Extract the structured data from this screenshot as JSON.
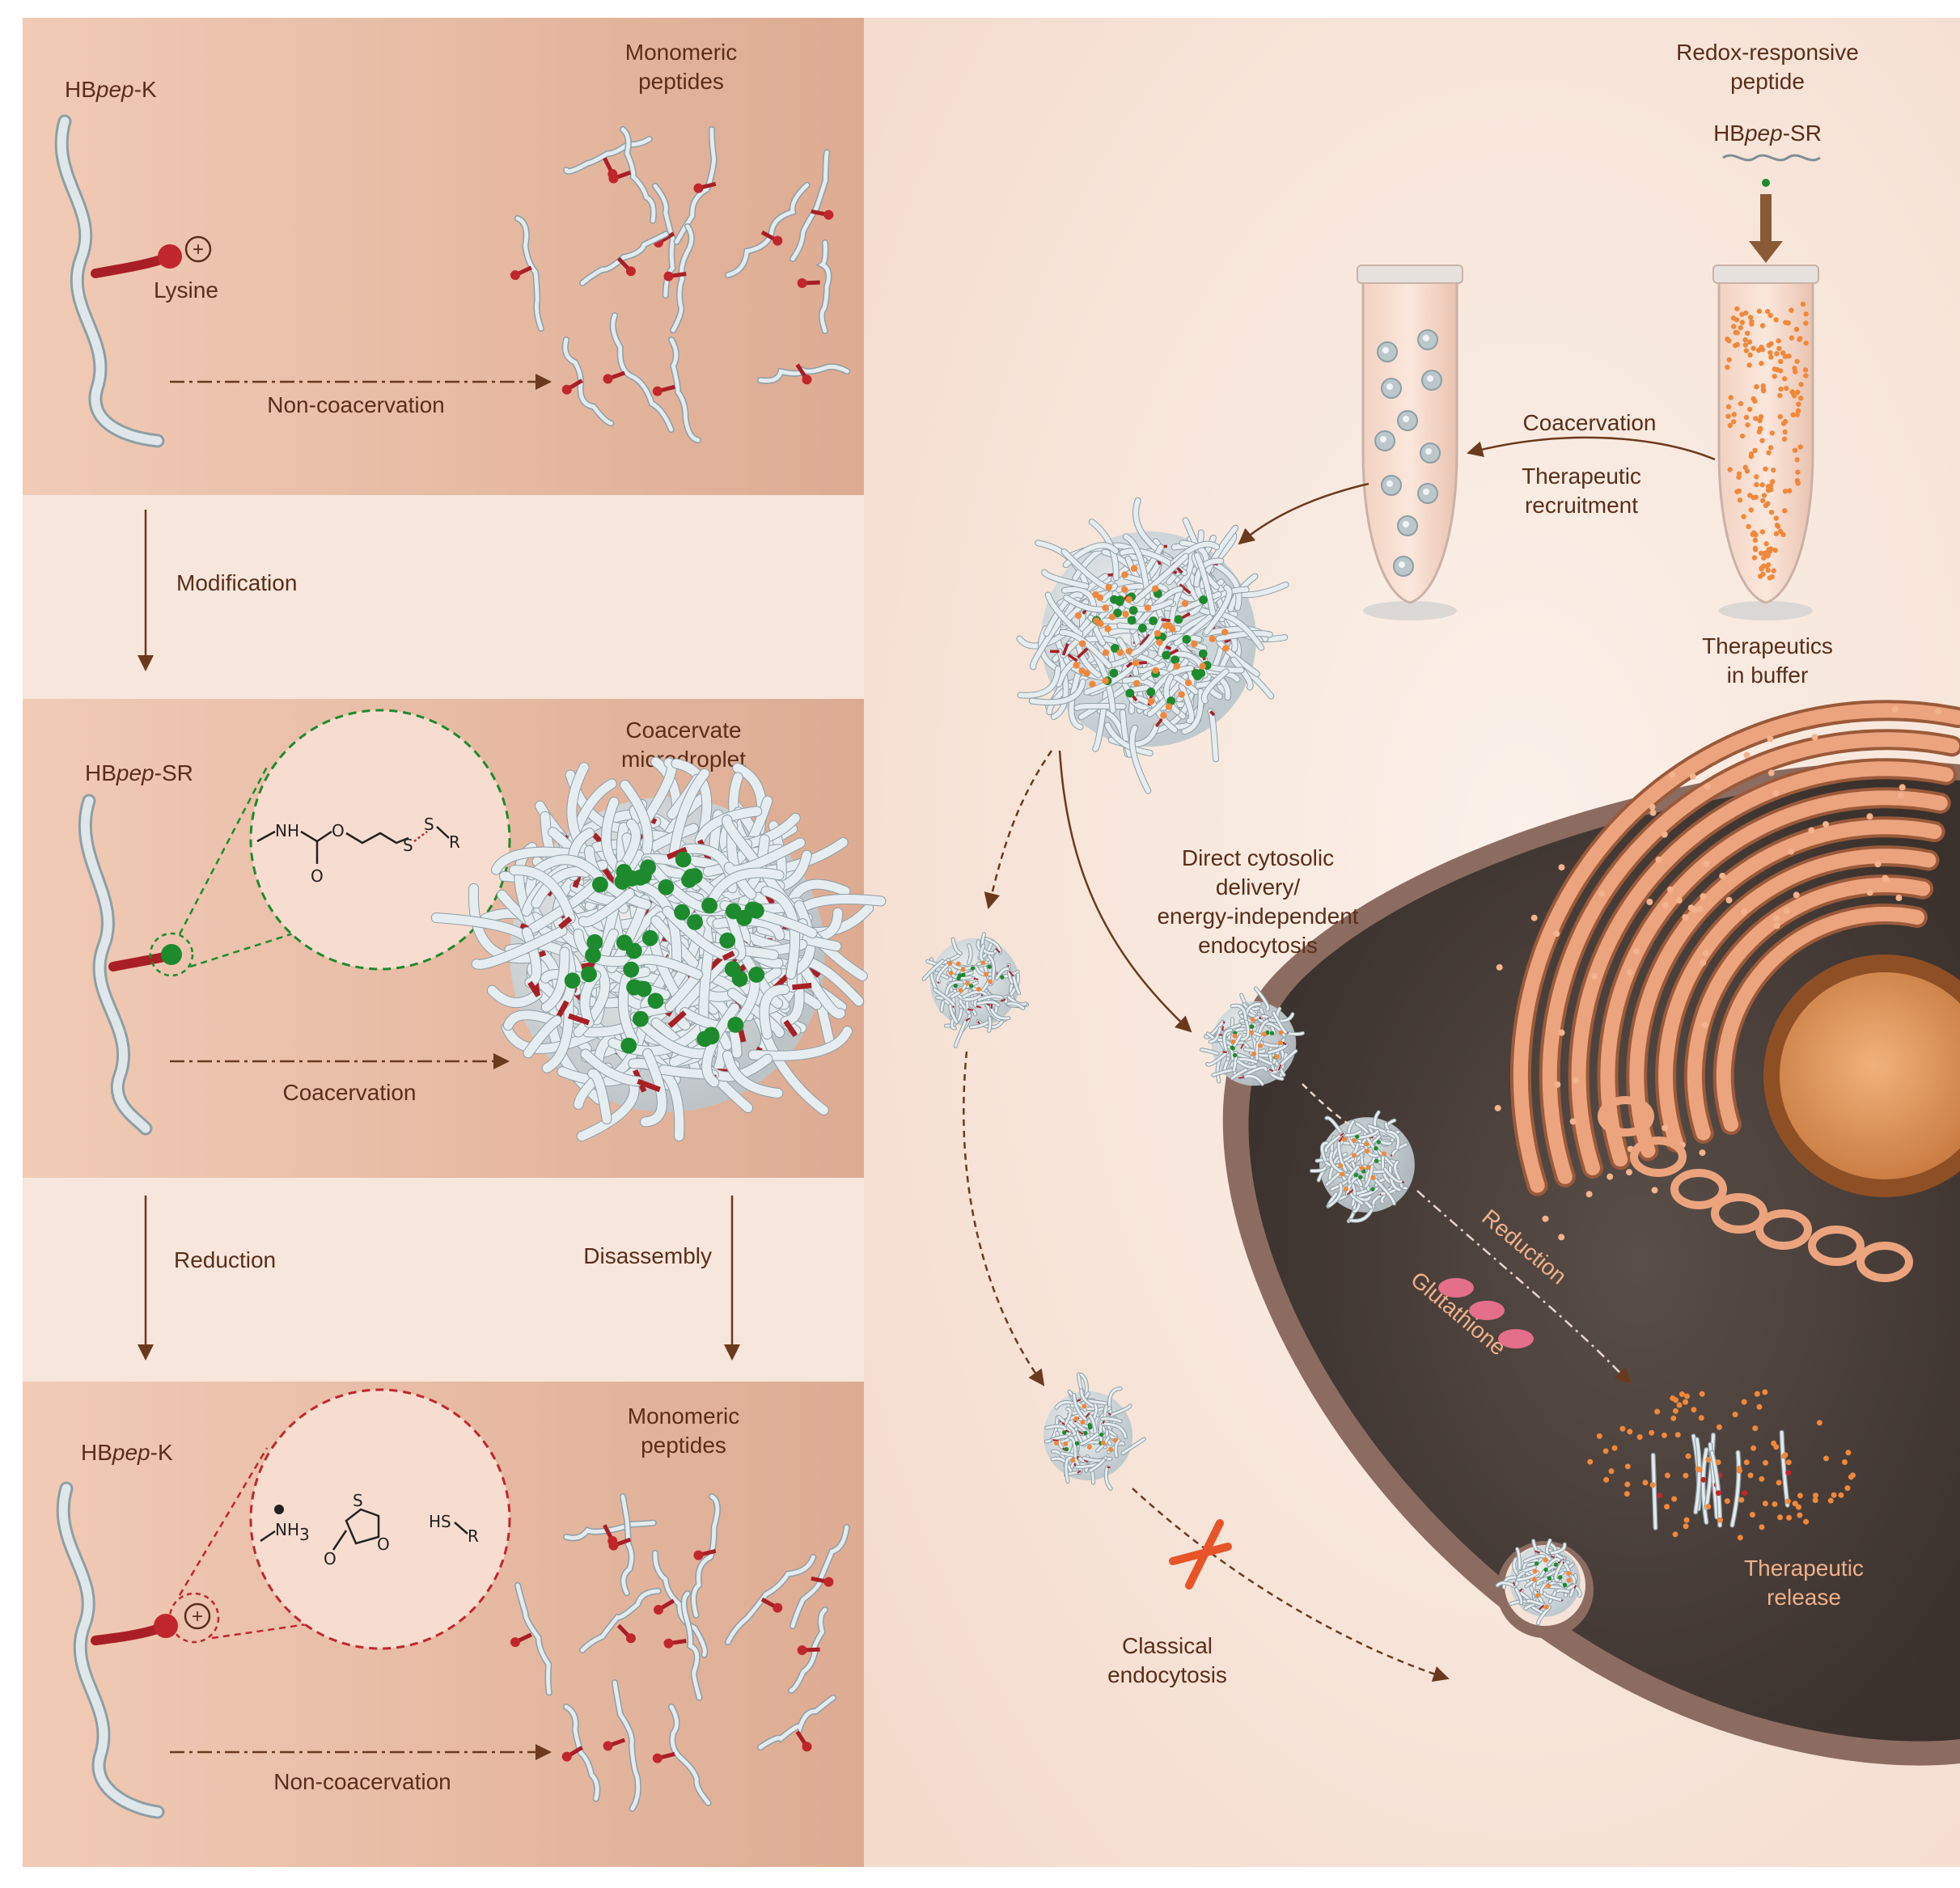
{
  "left": {
    "panel1": {
      "peptide_label": {
        "prefix": "HB",
        "italic": "pep",
        "suffix": "-K"
      },
      "monomeric": [
        "Monomeric",
        "peptides"
      ],
      "lysine": "Lysine",
      "arrow_label": "Non-coacervation"
    },
    "step1": {
      "label": "Modification"
    },
    "panel2": {
      "peptide_label": {
        "prefix": "HB",
        "italic": "pep",
        "suffix": "-SR"
      },
      "coacervate": [
        "Coacervate",
        "microdroplet"
      ],
      "arrow_label": "Coacervation",
      "chem": {
        "nh": "NH",
        "o1": "O",
        "o2": "O",
        "s1": "S",
        "s2": "S",
        "r": "R"
      }
    },
    "step2": {
      "left": "Reduction",
      "right": "Disassembly"
    },
    "panel3": {
      "peptide_label": {
        "prefix": "HB",
        "italic": "pep",
        "suffix": "-K"
      },
      "monomeric": [
        "Monomeric",
        "peptides"
      ],
      "arrow_label": "Non-coacervation",
      "chem": {
        "nh3": "NH",
        "sub3": "3",
        "s": "S",
        "o1": "O",
        "o2": "O",
        "hs": "HS",
        "r": "R"
      }
    }
  },
  "right": {
    "redox": [
      "Redox-responsive",
      "peptide"
    ],
    "hbpep_sr": {
      "prefix": "HB",
      "italic": "pep",
      "suffix": "-SR"
    },
    "coacervation": "Coacervation",
    "recruitment": [
      "Therapeutic",
      "recruitment"
    ],
    "therapeutics_buffer": [
      "Therapeutics",
      "in buffer"
    ],
    "direct": [
      "Direct cytosolic",
      "delivery/",
      "energy-independent",
      "endocytosis"
    ],
    "reduction": "Reduction",
    "glutathione": "Glutathione",
    "release": [
      "Therapeutic",
      "release"
    ],
    "classical": [
      "Classical",
      "endocytosis"
    ]
  },
  "colors": {
    "panel_bg": "#e8b9a1",
    "step_bg": "#f7e6dc",
    "right_bg": "#f9ebe1",
    "arrow": "#6b3a1e",
    "peptide": "#cfd8dc",
    "lysine": "#c0272d",
    "disulfide": "#1e8a2e",
    "cargo": "#f0883c",
    "cell": "#4a3f3a",
    "organelle": "#e8a07a"
  }
}
